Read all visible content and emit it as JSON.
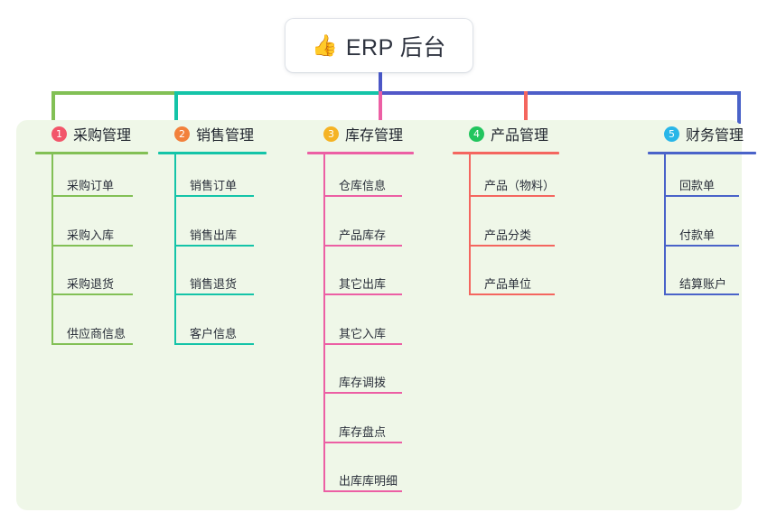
{
  "root": {
    "icon": "thumbs-up-emoji",
    "emoji": "👍",
    "title": "ERP 后台"
  },
  "palette": {
    "panel_bg": "#eff7e8",
    "page_bg": "#ffffff",
    "stem": "#4456c4",
    "text": "#2a2f3a"
  },
  "columns": [
    {
      "number": "1",
      "title": "采购管理",
      "color": "#82c055",
      "badge_color": "#f2566a",
      "items": [
        "采购订单",
        "采购入库",
        "采购退货",
        "供应商信息"
      ]
    },
    {
      "number": "2",
      "title": "销售管理",
      "color": "#14c4a8",
      "badge_color": "#f2813c",
      "items": [
        "销售订单",
        "销售出库",
        "销售退货",
        "客户信息"
      ]
    },
    {
      "number": "3",
      "title": "库存管理",
      "color": "#ec5fa4",
      "badge_color": "#f5b324",
      "items": [
        "仓库信息",
        "产品库存",
        "其它出库",
        "其它入库",
        "库存调拨",
        "库存盘点",
        "出库库明细"
      ]
    },
    {
      "number": "4",
      "title": "产品管理",
      "color": "#f4665f",
      "badge_color": "#22c55e",
      "items": [
        "产品（物料）",
        "产品分类",
        "产品单位"
      ]
    },
    {
      "number": "5",
      "title": "财务管理",
      "color": "#4a63c9",
      "badge_color": "#29b6e8",
      "items": [
        "回款单",
        "付款单",
        "结算账户"
      ]
    }
  ]
}
